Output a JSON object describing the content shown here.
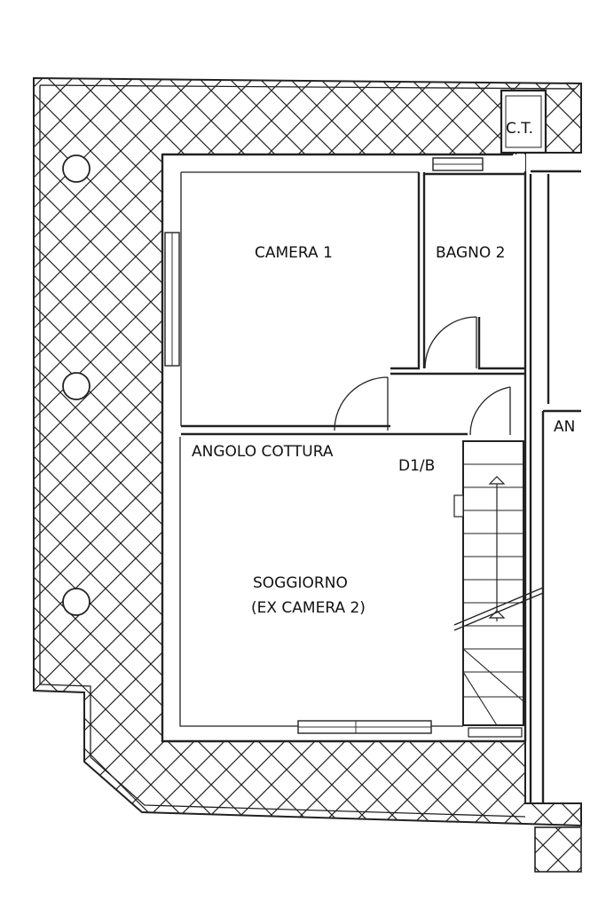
{
  "plan": {
    "rooms": {
      "camera1": "CAMERA 1",
      "bagno2": "BAGNO 2",
      "ct": "C.T.",
      "angolo_cottura": "ANGOLO COTTURA",
      "d1b": "D1/B",
      "soggiorno_line1": "SOGGIORNO",
      "soggiorno_line2": "(EX CAMERA 2)",
      "cut_label": "AN"
    },
    "hatch_pattern": "diagonal-cross",
    "columns_count": 3
  }
}
